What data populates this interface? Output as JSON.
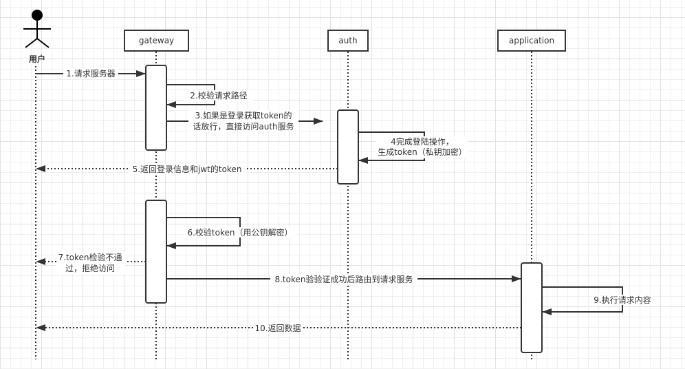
{
  "diagram": {
    "type": "sequence",
    "colors": {
      "line": "#333333",
      "text": "#333333",
      "box_fill": "#ffffff",
      "grid_minor": "#efefef",
      "grid_major": "#e2e2e2"
    },
    "actor": {
      "label": "用户",
      "icon": "stick-figure-icon"
    },
    "participants": [
      {
        "id": "gateway",
        "label": "gateway"
      },
      {
        "id": "auth",
        "label": "auth"
      },
      {
        "id": "application",
        "label": "application"
      }
    ],
    "messages": [
      {
        "n": 1,
        "from": "user",
        "to": "gateway",
        "style": "solid",
        "lines": [
          "1.请求服务器"
        ]
      },
      {
        "n": 2,
        "from": "gateway",
        "to": "gateway",
        "style": "self",
        "lines": [
          "2.校验请求路径"
        ]
      },
      {
        "n": 3,
        "from": "gateway",
        "to": "auth",
        "style": "solid",
        "lines": [
          "3.如果是登录获取token的",
          "话放行，直接访问auth服务"
        ]
      },
      {
        "n": 4,
        "from": "auth",
        "to": "auth",
        "style": "self",
        "lines": [
          "4完成登陆操作，",
          "生成token（私钥加密）"
        ]
      },
      {
        "n": 5,
        "from": "auth",
        "to": "user",
        "style": "dotted",
        "lines": [
          "5.返回登录信息和jwt的token"
        ]
      },
      {
        "n": 6,
        "from": "gateway",
        "to": "gateway",
        "style": "self",
        "lines": [
          "6.校验token（用公钥解密）"
        ]
      },
      {
        "n": 7,
        "from": "gateway",
        "to": "user",
        "style": "dotted",
        "lines": [
          "7.token检验不通",
          "过，拒绝访问"
        ]
      },
      {
        "n": 8,
        "from": "gateway",
        "to": "application",
        "style": "solid",
        "lines": [
          "8.token验验证成功后路由到请求服务"
        ]
      },
      {
        "n": 9,
        "from": "application",
        "to": "application",
        "style": "self",
        "lines": [
          "9.执行请求内容"
        ]
      },
      {
        "n": 10,
        "from": "application",
        "to": "user",
        "style": "dotted",
        "lines": [
          "10.返回数据"
        ]
      }
    ]
  }
}
